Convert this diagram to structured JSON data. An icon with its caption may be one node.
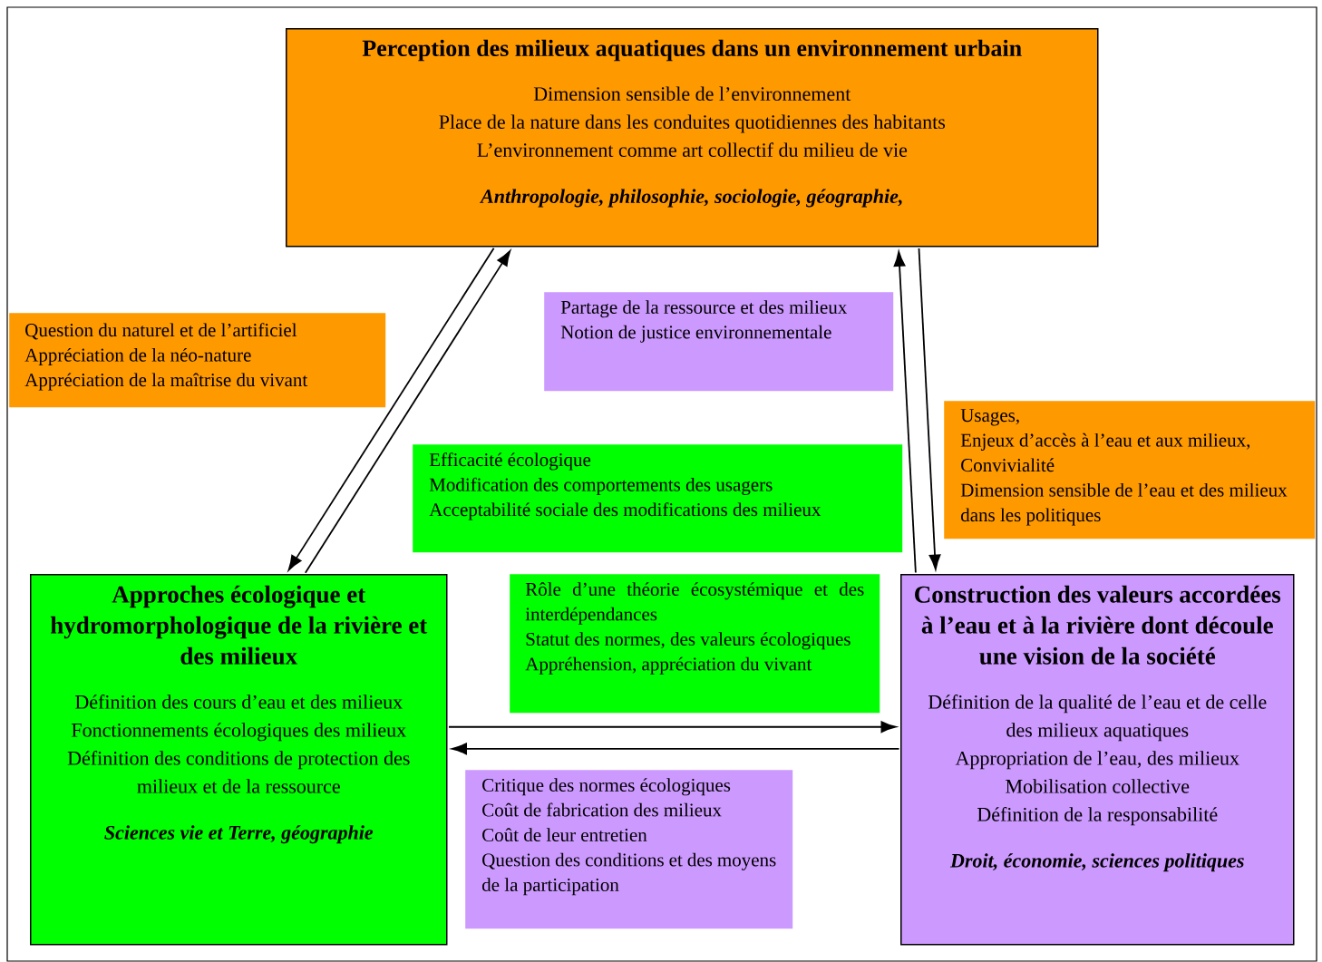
{
  "diagram": {
    "nodes": [
      {
        "text": [
          "Perception des milieux aquatiques dans un environnement urbain",
          "Dimension sensible de l’environnement",
          "Place de la nature dans les conduites quotidiennes des habitants",
          "L’environnement comme art collectif du milieu de vie",
          "Anthropologie, philosophie, sociologie, géographie,"
        ]
      },
      {
        "text": [
          "Question du naturel et de l’artificiel",
          "Appréciation de la néo-nature",
          "Appréciation  de la maîtrise du vivant"
        ]
      },
      {
        "text": [
          "Partage de la ressource et des milieux",
          "Notion de justice environnementale"
        ]
      },
      {
        "text": [
          "Usages,",
          "Enjeux d’accès à l’eau et aux milieux,",
          "Convivialité",
          "Dimension sensible de l’eau et des milieux dans les politiques"
        ]
      },
      {
        "text": [
          "Efficacité écologique",
          "Modification des comportements des usagers",
          "Acceptabilité sociale des modifications des milieux"
        ]
      },
      {
        "text": [
          "Approches écologique et hydromorphologique de la rivière et des milieux",
          "Définition des cours d’eau et des milieux",
          "Fonctionnements écologiques des milieux",
          "Définition des conditions de protection des milieux et de la ressource",
          "Sciences vie et Terre, géographie"
        ]
      },
      {
        "text": [
          "Rôle d’une théorie écosystémique et des interdépendances",
          "Statut des normes, des valeurs écologiques",
          "Appréhension, appréciation du vivant"
        ]
      },
      {
        "text": [
          "Construction des valeurs accordées à l’eau et à la rivière dont découle une vision de la société",
          "Définition de la qualité de l’eau et de celle des milieux aquatiques",
          "Appropriation de l’eau, des milieux",
          "Mobilisation collective",
          "Définition de la responsabilité",
          "Droit, économie, sciences politiques"
        ]
      },
      {
        "text": [
          "Critique des normes écologiques",
          "Coût de fabrication des milieux",
          "Coût de leur entretien",
          "Question des conditions et des moyens de la participation"
        ]
      }
    ],
    "edges": [
      {
        "from": 0,
        "to": 5,
        "arrow": "to"
      },
      {
        "from": 5,
        "to": 0,
        "arrow": "to"
      },
      {
        "from": 0,
        "to": 7,
        "arrow": "to"
      },
      {
        "from": 7,
        "to": 0,
        "arrow": "to"
      },
      {
        "from": 5,
        "to": 7,
        "arrow": "to"
      },
      {
        "from": 7,
        "to": 5,
        "arrow": "to"
      }
    ]
  }
}
